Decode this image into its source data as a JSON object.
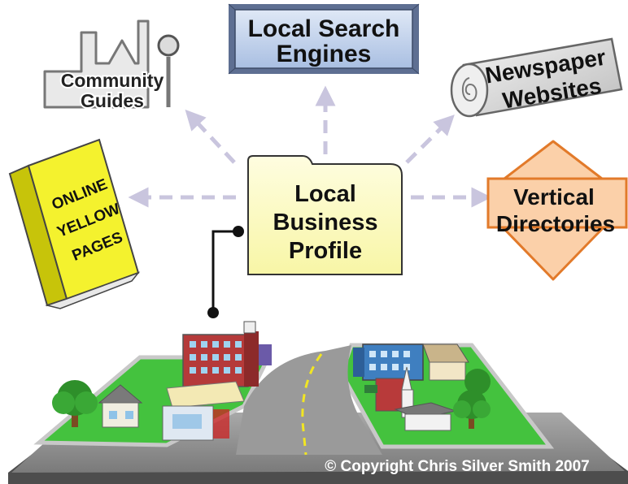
{
  "center": {
    "lines": [
      "Local",
      "Business",
      "Profile"
    ]
  },
  "nodes": {
    "local_search": {
      "lines": [
        "Local Search",
        "Engines"
      ]
    },
    "community": {
      "lines": [
        "Community",
        "Guides"
      ]
    },
    "newspaper": {
      "lines": [
        "Newspaper",
        "Websites"
      ]
    },
    "yellow_pages": {
      "lines": [
        "ONLINE",
        "YELLOW",
        "PAGES"
      ]
    },
    "vertical": {
      "lines": [
        "Vertical",
        "Directories"
      ]
    }
  },
  "copyright": "© Copyright Chris Silver Smith 2007",
  "colors": {
    "arrow": "#c9c5de",
    "folder": "#fdfbbf",
    "search_box": "#b3c8e6",
    "yellow_book": "#f4f22e",
    "vertical_arrow": "#fbd0a9",
    "newspaper": "#dcdcdc",
    "grass": "#44c23e",
    "road": "#8f8f8f"
  }
}
